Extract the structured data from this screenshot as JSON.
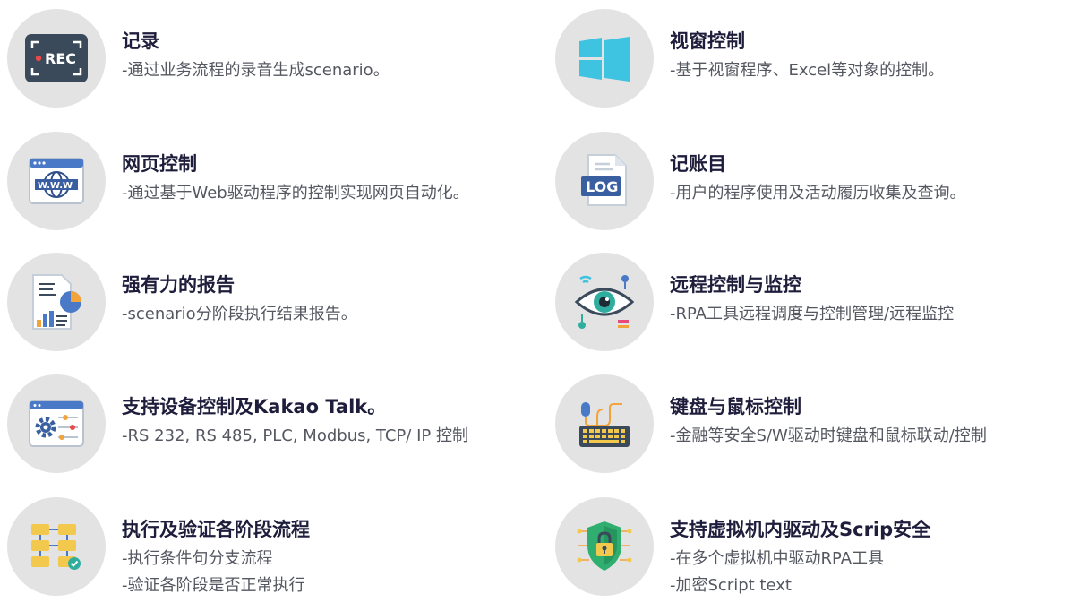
{
  "features": [
    {
      "title": "记录",
      "desc": [
        "-通过业务流程的录音生成scenario。"
      ],
      "icon": "rec-icon"
    },
    {
      "title": "视窗控制",
      "desc": [
        "-基于视窗程序、Excel等对象的控制。"
      ],
      "icon": "windows-icon"
    },
    {
      "title": "网页控制",
      "desc": [
        "-通过基于Web驱动程序的控制实现网页自动化。"
      ],
      "icon": "web-browser-icon"
    },
    {
      "title": "记账目",
      "desc": [
        "-用户的程序使用及活动履历收集及查询。"
      ],
      "icon": "log-file-icon"
    },
    {
      "title": "强有力的报告",
      "desc": [
        "-scenario分阶段执行结果报告。"
      ],
      "icon": "report-icon"
    },
    {
      "title": "远程控制与监控",
      "desc": [
        "-RPA工具远程调度与控制管理/远程监控"
      ],
      "icon": "eye-monitor-icon"
    },
    {
      "title": "支持设备控制及Kakao Talk。",
      "desc": [
        "-RS 232, RS 485, PLC, Modbus, TCP/ IP 控制"
      ],
      "icon": "settings-window-icon"
    },
    {
      "title": "键盘与鼠标控制",
      "desc": [
        "-金融等安全S/W驱动时键盘和鼠标联动/控制"
      ],
      "icon": "keyboard-mouse-icon"
    },
    {
      "title": "执行及验证各阶段流程",
      "desc": [
        "-执行条件句分支流程",
        "-验证各阶段是否正常执行"
      ],
      "icon": "flowchart-icon"
    },
    {
      "title": "支持虚拟机内驱动及Scrip安全",
      "desc": [
        "-在多个虚拟机中驱动RPA工具",
        "-加密Script text"
      ],
      "icon": "security-shield-icon"
    }
  ],
  "colors": {
    "circle": "#e3e3e4",
    "title": "#1e1e3c",
    "desc": "#555861"
  }
}
